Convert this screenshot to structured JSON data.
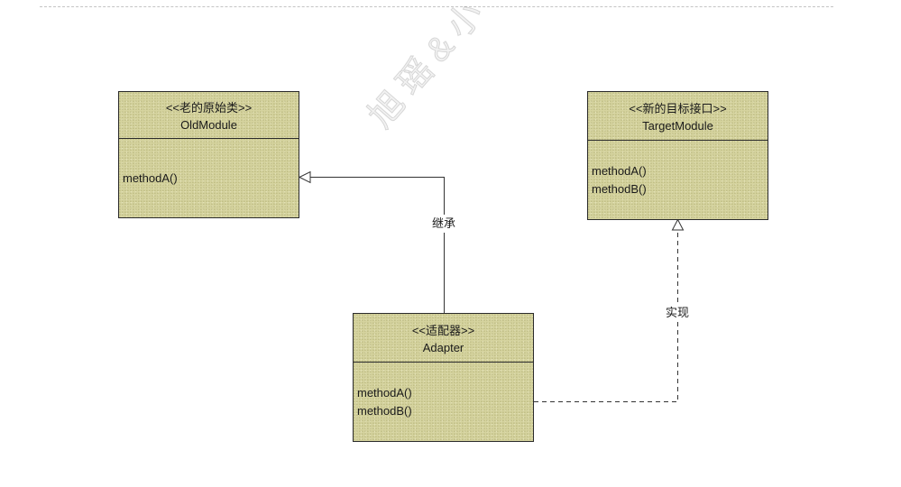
{
  "watermark": {
    "text": "旭瑶&小"
  },
  "colors": {
    "class_fill": "#d5d39e",
    "class_border": "#2b2b2b",
    "connector": "#333333",
    "top_divider": "#c4c4c4"
  },
  "classes": [
    {
      "stereotype": "<<老的原始类>>",
      "name": "OldModule",
      "methods": [
        "methodA()"
      ]
    },
    {
      "stereotype": "<<新的目标接口>>",
      "name": "TargetModule",
      "methods": [
        "methodA()",
        "methodB()"
      ]
    },
    {
      "stereotype": "<<适配器>>",
      "name": "Adapter",
      "methods": [
        "methodA()",
        "methodB()"
      ]
    }
  ],
  "relations": [
    {
      "label": "继承",
      "from_class": 2,
      "to_class": 0,
      "line_style": "solid",
      "arrowhead": "hollow-triangle"
    },
    {
      "label": "实现",
      "from_class": 2,
      "to_class": 1,
      "line_style": "dashed",
      "arrowhead": "hollow-triangle"
    }
  ]
}
